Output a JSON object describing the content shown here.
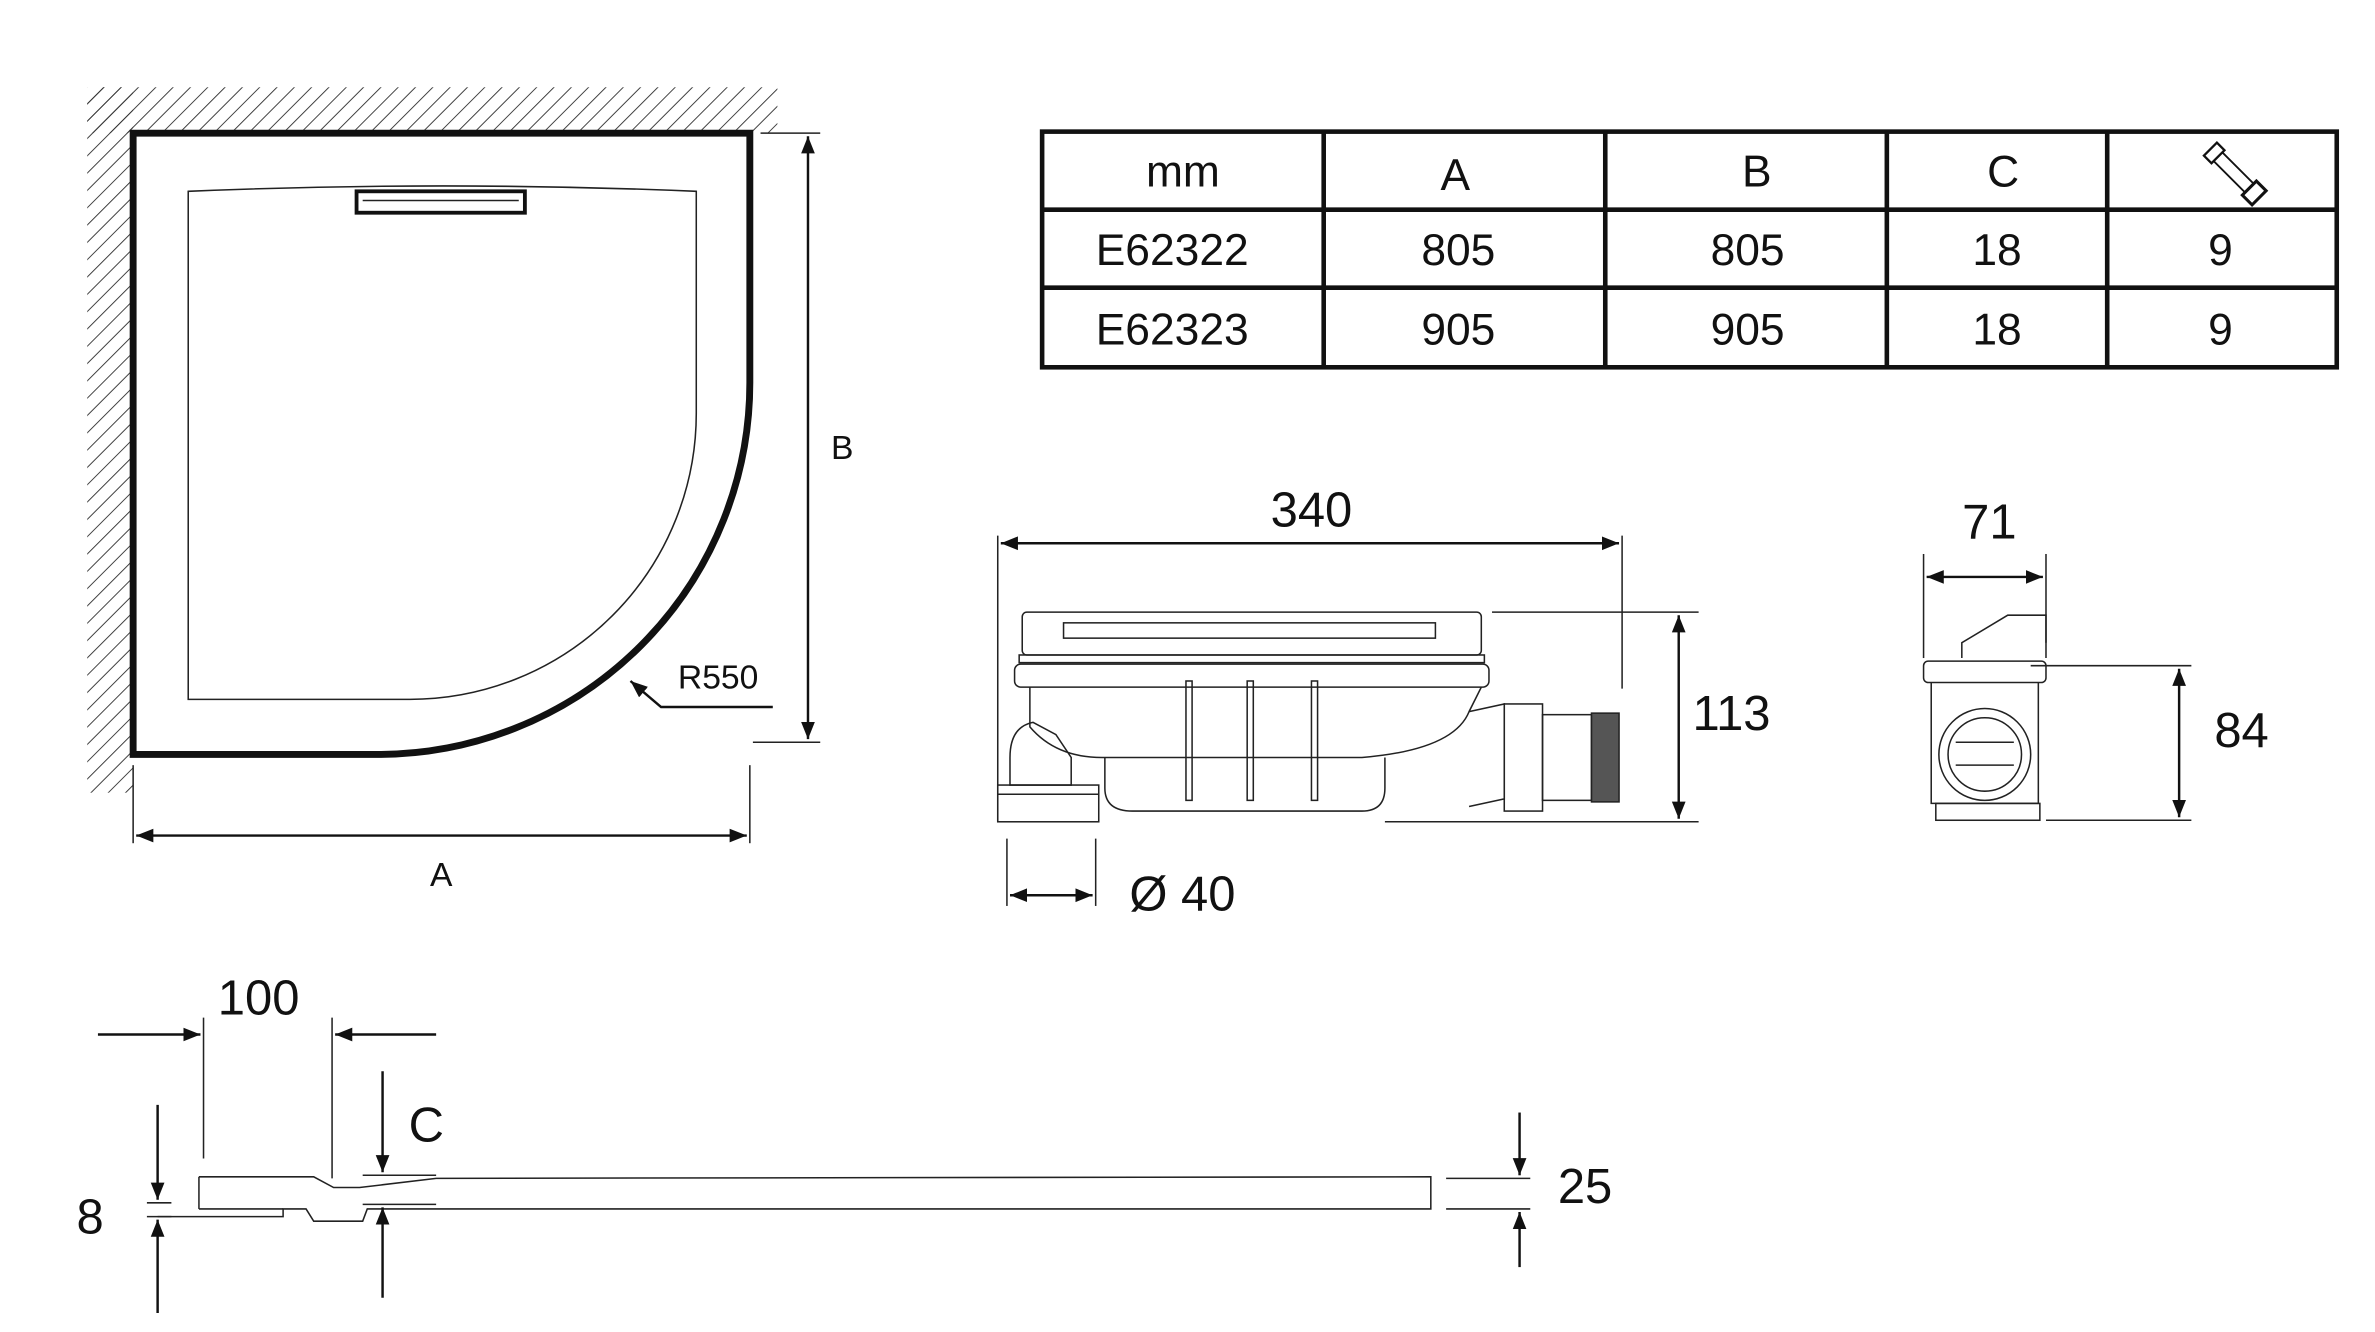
{
  "plan_view": {
    "label_a": "A",
    "label_b": "B",
    "radius_label": "R550"
  },
  "table": {
    "headers": [
      "mm",
      "A",
      "B",
      "C"
    ],
    "last_header_icon": "drain-pipe-icon",
    "rows": [
      [
        "E62322",
        "805",
        "805",
        "18",
        "9"
      ],
      [
        "E62323",
        "905",
        "905",
        "18",
        "9"
      ]
    ]
  },
  "drain_side_view": {
    "width": "340",
    "height": "113",
    "outlet": "Ø 40"
  },
  "drain_front_view": {
    "width": "71",
    "height": "84"
  },
  "section_view": {
    "offset": "100",
    "c_label": "C",
    "edge_height": "8",
    "thickness": "25"
  }
}
